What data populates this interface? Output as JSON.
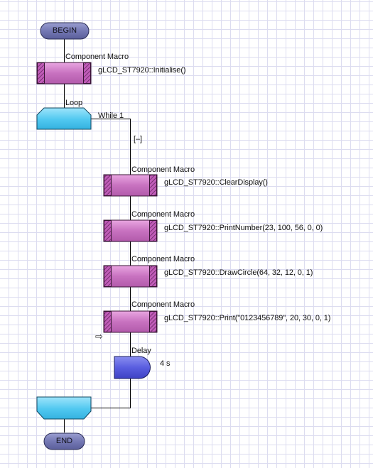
{
  "flowchart": {
    "begin_label": "BEGIN",
    "end_label": "END",
    "init_macro": {
      "type_label": "Component Macro",
      "call": "gLCD_ST7920::Initialise()"
    },
    "loop": {
      "label": "Loop",
      "condition": "While 1",
      "collapse_toggle": "[–]"
    },
    "macros": [
      {
        "type_label": "Component Macro",
        "call": "gLCD_ST7920::ClearDisplay()"
      },
      {
        "type_label": "Component Macro",
        "call": "gLCD_ST7920::PrintNumber(23, 100, 56, 0, 0)"
      },
      {
        "type_label": "Component Macro",
        "call": "gLCD_ST7920::DrawCircle(64, 32, 12, 0, 1)"
      },
      {
        "type_label": "Component Macro",
        "call": "gLCD_ST7920::Print(\"0123456789\", 20, 30, 0, 1)"
      }
    ],
    "delay": {
      "label": "Delay",
      "value": "4 s"
    },
    "current_step_arrow": "⇨"
  },
  "colors": {
    "terminal_fill": "#7478b4",
    "macro_fill": "#c870c0",
    "loop_fill": "#50c8f0",
    "delay_fill": "#5a5ee0",
    "connector": "#000000",
    "grid": "#dcdcf0"
  }
}
